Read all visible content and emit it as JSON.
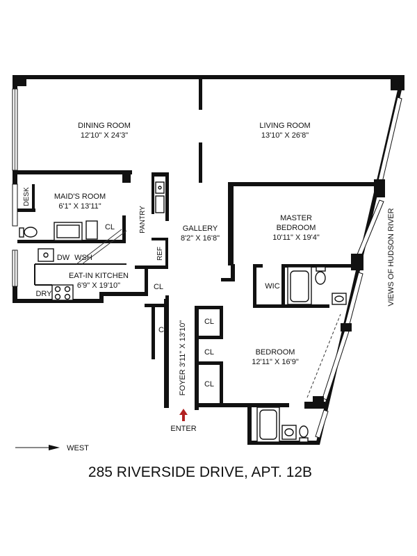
{
  "rooms": {
    "dining": {
      "name": "DINING ROOM",
      "dims": "12'10\" X 24'3\""
    },
    "living": {
      "name": "LIVING ROOM",
      "dims": "13'10\" X 26'8\""
    },
    "maids": {
      "name": "MAID'S ROOM",
      "dims": "6'1\" X 13'11\""
    },
    "gallery": {
      "name": "GALLERY",
      "dims": "8'2\" X 16'8\""
    },
    "master": {
      "line1": "MASTER",
      "line2": "BEDROOM",
      "dims": "10'11\" X 19'4\""
    },
    "kitchen": {
      "name": "EAT-IN KITCHEN",
      "dims": "6'9\" X 19'10\""
    },
    "bedroom": {
      "name": "BEDROOM",
      "dims": "12'11\" X 16'9\""
    },
    "foyer": {
      "text": "FOYER 3'11\" X 13'10\""
    }
  },
  "labels": {
    "desk": "DESK",
    "pantry": "PANTRY",
    "ref": "REF",
    "dw": "DW",
    "wsh": "WSH",
    "dry": "DRY",
    "wic": "WIC",
    "cl": "CL",
    "enter": "ENTER",
    "views": "VIEWS OF HUDSON RIVER",
    "west": "WEST"
  },
  "caption": "285 RIVERSIDE DRIVE,  APT. 12B"
}
